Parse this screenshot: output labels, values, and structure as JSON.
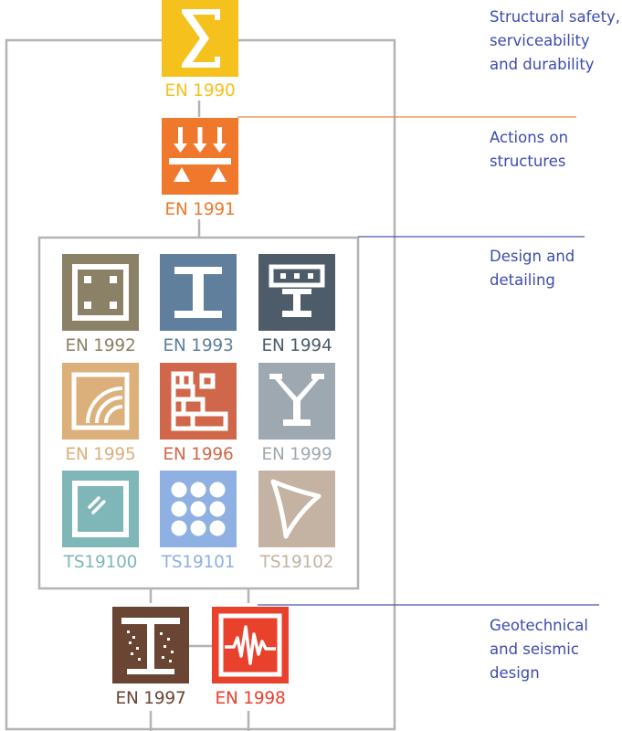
{
  "standards": [
    {
      "code": "EN 1990",
      "color": "#f5c11c",
      "icon": "sigma-icon"
    },
    {
      "code": "EN 1991",
      "color": "#f0782d",
      "icon": "loads-on-beam-icon"
    },
    {
      "code": "EN 1992",
      "color": "#8a8166",
      "icon": "concrete-section-icon"
    },
    {
      "code": "EN 1993",
      "color": "#5f7f9c",
      "icon": "i-beam-icon"
    },
    {
      "code": "EN 1994",
      "color": "#4e5c6a",
      "icon": "composite-beam-icon"
    },
    {
      "code": "EN 1995",
      "color": "#dbb07a",
      "icon": "timber-rings-icon"
    },
    {
      "code": "EN 1996",
      "color": "#d0674a",
      "icon": "masonry-bricks-icon"
    },
    {
      "code": "EN 1999",
      "color": "#9ea8b1",
      "icon": "aluminium-profile-icon"
    },
    {
      "code": "TS19100",
      "color": "#7fb7b8",
      "icon": "glass-pane-icon"
    },
    {
      "code": "TS19101",
      "color": "#8fb0e2",
      "icon": "frp-dots-icon"
    },
    {
      "code": "TS19102",
      "color": "#c4b3a2",
      "icon": "membrane-icon"
    },
    {
      "code": "EN 1997",
      "color": "#6b4533",
      "icon": "foundation-soil-icon"
    },
    {
      "code": "EN 1998",
      "color": "#e8412c",
      "icon": "seismic-wave-icon"
    }
  ],
  "categories": [
    {
      "lines": [
        "Structural safety,",
        "serviceability",
        "and durability"
      ]
    },
    {
      "lines": [
        "Actions on",
        "structures"
      ]
    },
    {
      "lines": [
        "Design and",
        "detailing"
      ]
    },
    {
      "lines": [
        "Geotechnical",
        "and seismic",
        "design"
      ]
    }
  ],
  "colors": {
    "text_blue": "#3d4bb0",
    "frame_grey": "#b3b3b3"
  }
}
